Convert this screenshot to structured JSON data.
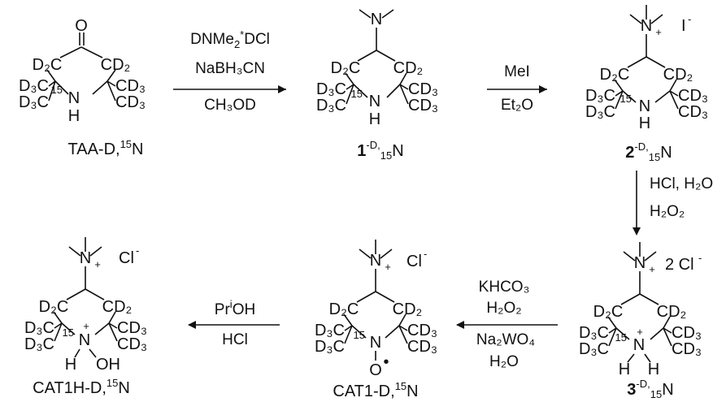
{
  "compounds": {
    "taa": {
      "carbonyl_o": "O",
      "ch2_left": "D₂C",
      "ch2_right": "CD₂",
      "methyl_top_left": "D₃C",
      "methyl_bottom_left": "D₃C",
      "methyl_top_right": "CD₃",
      "methyl_bottom_right": "CD₃",
      "isotope": "15",
      "nitrogen": "N",
      "n_h": "H",
      "label": "TAA-D,",
      "label_isotope": "15",
      "label_tail": "N"
    },
    "c1": {
      "amine_n": "N",
      "ch2_left": "D₂C",
      "ch2_right": "CD₂",
      "methyl_top_left": "D₃C",
      "methyl_bottom_left": "D₃C",
      "methyl_top_right": "CD₃",
      "methyl_bottom_right": "CD₃",
      "isotope": "15",
      "nitrogen": "N",
      "n_h": "H",
      "number": "1",
      "label_sup": "-D,",
      "label_sub": "15",
      "label_tail": "N"
    },
    "c2": {
      "quat_n": "N",
      "plus": "+",
      "counterion": "I",
      "counterion_charge": "-",
      "ch2_left": "D₂C",
      "ch2_right": "CD₂",
      "methyl_top_left": "D₃C",
      "methyl_bottom_left": "D₃C",
      "methyl_top_right": "CD₃",
      "methyl_bottom_right": "CD₃",
      "isotope": "15",
      "nitrogen": "N",
      "n_h": "H",
      "number": "2",
      "label_sup": "-D,",
      "label_sub": "15",
      "label_tail": "N"
    },
    "c3": {
      "quat_n": "N",
      "plus": "+",
      "counterion": "2 Cl",
      "counterion_charge": "-",
      "ch2_left": "D₂C",
      "ch2_right": "CD₂",
      "methyl_top_left": "D₃C",
      "methyl_bottom_left": "D₃C",
      "methyl_top_right": "CD₃",
      "methyl_bottom_right": "CD₃",
      "isotope": "15",
      "nitrogen": "N",
      "ring_plus": "+",
      "h_left": "H",
      "h_right": "H",
      "number": "3",
      "label_sup": "-D,",
      "label_sub": "15",
      "label_tail": "N"
    },
    "cat1": {
      "quat_n": "N",
      "plus": "+",
      "counterion": "Cl",
      "counterion_charge": "-",
      "ch2_left": "D₂C",
      "ch2_right": "CD₂",
      "methyl_top_left": "D₃C",
      "methyl_bottom_left": "D₃C",
      "methyl_top_right": "CD₃",
      "methyl_bottom_right": "CD₃",
      "isotope": "15",
      "nitrogen": "N",
      "oxygen": "O",
      "radical": "•",
      "label": "CAT1-D,",
      "label_isotope": "15",
      "label_tail": "N"
    },
    "cat1h": {
      "quat_n": "N",
      "plus": "+",
      "counterion": "Cl",
      "counterion_charge": "-",
      "ch2_left": "D₂C",
      "ch2_right": "CD₂",
      "methyl_top_left": "D₃C",
      "methyl_bottom_left": "D₃C",
      "methyl_top_right": "CD₃",
      "methyl_bottom_right": "CD₃",
      "isotope": "15",
      "nitrogen": "N",
      "ring_plus": "+",
      "h_left": "H",
      "oh": "OH",
      "label": "CAT1H-D,",
      "label_isotope": "15",
      "label_tail": "N"
    }
  },
  "reactions": {
    "step1": {
      "line1_a": "DNMe",
      "line1_sub": "2",
      "line1_sup": "*",
      "line1_b": "DCl",
      "line2": "NaBH₃CN",
      "line3": "CH₃OD"
    },
    "step2": {
      "line1": "MeI",
      "line2": "Et₂O"
    },
    "step3": {
      "line1": "HCl, H₂O",
      "line2": "H₂O₂"
    },
    "step4": {
      "line1": "KHCO₃",
      "line2": "H₂O₂",
      "line3": "Na₂WO₄",
      "line4": "H₂O"
    },
    "step5": {
      "line1_a": "Pr",
      "line1_sup": "i",
      "line1_b": "OH",
      "line2": "HCl"
    }
  }
}
